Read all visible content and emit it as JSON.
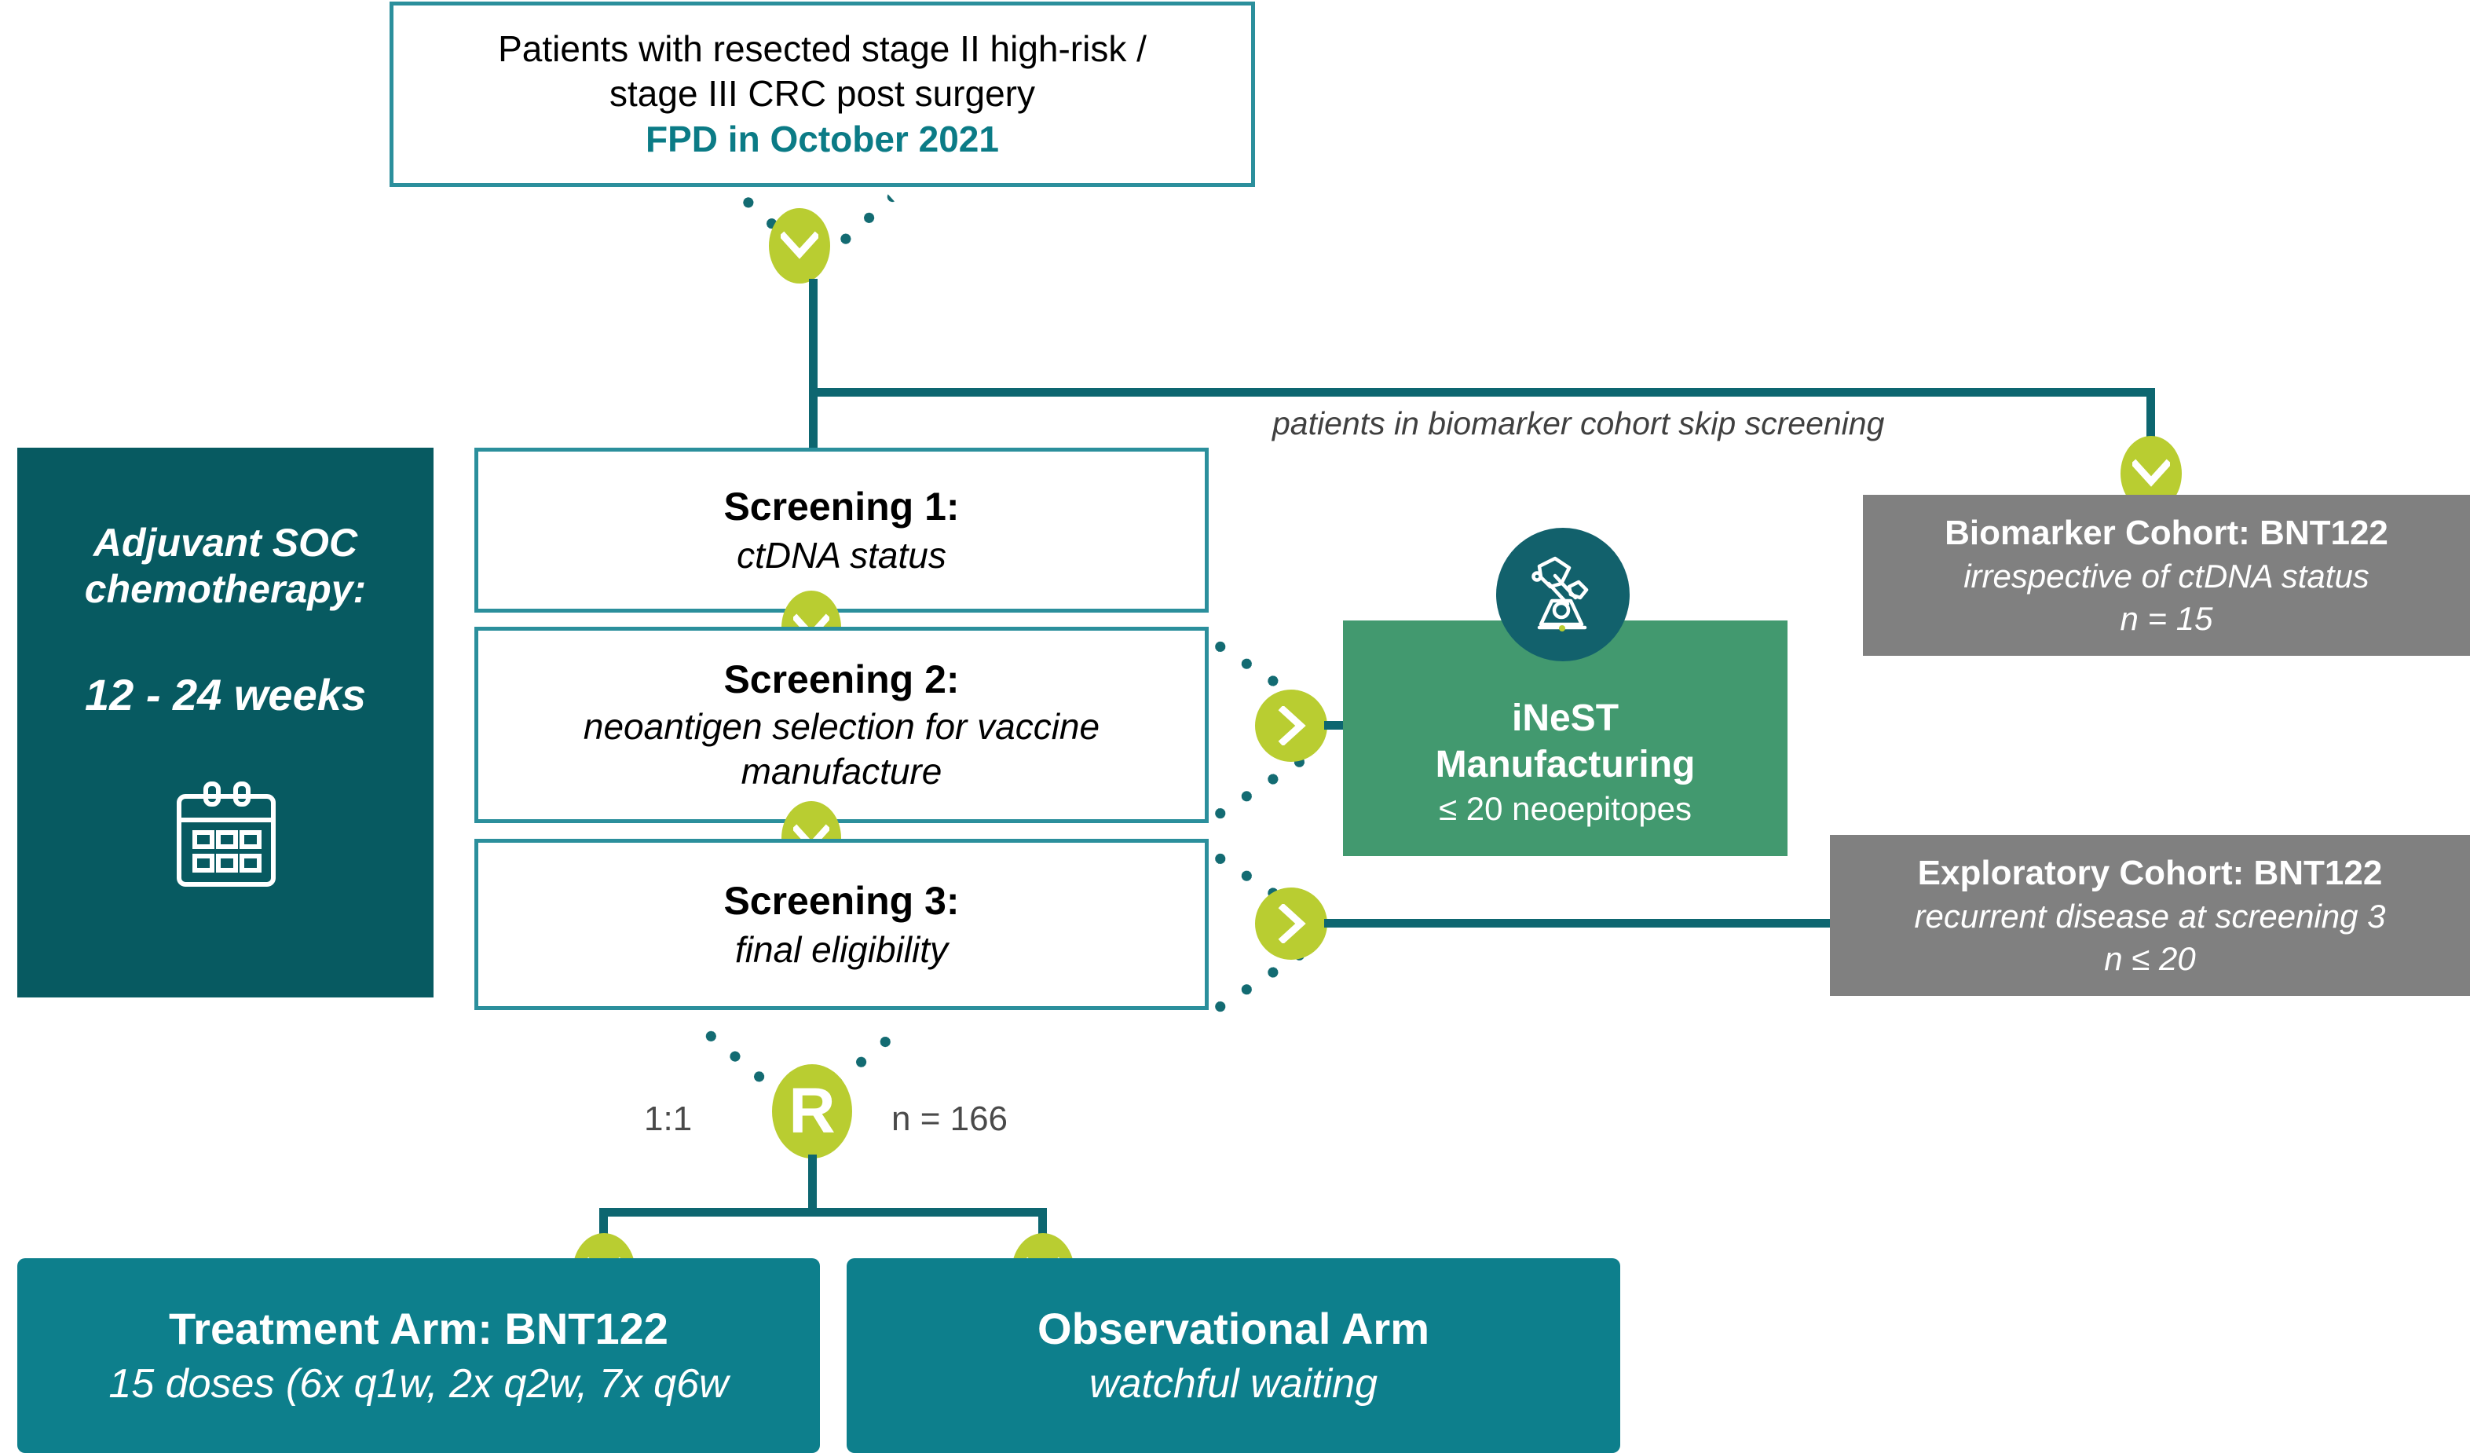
{
  "diagram": {
    "title": "Clinical trial flow diagram",
    "colors": {
      "teal_border": "#2b8f9c",
      "teal_dark": "#075a61",
      "teal_arm": "#0d7f8c",
      "teal_line": "#0d6670",
      "green_badge": "#b9cd31",
      "green_box": "#42996f",
      "gray_box": "#808080",
      "icon_circle": "#12616c",
      "accent_text": "#0b7b86"
    },
    "top_box": {
      "line1": "Patients with resected stage II high-risk /",
      "line2": "stage III CRC post surgery",
      "line3_accent": "FPD in October 2021"
    },
    "soc_panel": {
      "line1": "Adjuvant SOC",
      "line2": "chemotherapy:",
      "line3": "12 - 24 weeks",
      "icon": "calendar-icon"
    },
    "screenings": [
      {
        "title": "Screening 1:",
        "subtitle": "ctDNA status"
      },
      {
        "title": "Screening 2:",
        "subtitle_line1": "neoantigen selection for vaccine",
        "subtitle_line2": "manufacture"
      },
      {
        "title": "Screening 3:",
        "subtitle": "final eligibility"
      }
    ],
    "skip_note": "patients in biomarker cohort skip screening",
    "manufacturing": {
      "title_line1": "iNeST",
      "title_line2": "Manufacturing",
      "subtitle": "≤ 20 neoepitopes",
      "icon": "robot-arm-icon"
    },
    "biomarker_cohort": {
      "title": "Biomarker Cohort: BNT122",
      "subtitle": "irrespective of ctDNA status",
      "n": "n = 15"
    },
    "exploratory_cohort": {
      "title": "Exploratory Cohort: BNT122",
      "subtitle": "recurrent disease at screening 3",
      "n": "n ≤ 20"
    },
    "randomization": {
      "badge": "R",
      "ratio": "1:1",
      "n": "n = 166"
    },
    "arms": [
      {
        "title": "Treatment Arm: BNT122",
        "subtitle": "15 doses (6x q1w, 2x q2w, 7x q6w"
      },
      {
        "title": "Observational Arm",
        "subtitle": "watchful waiting"
      }
    ]
  }
}
